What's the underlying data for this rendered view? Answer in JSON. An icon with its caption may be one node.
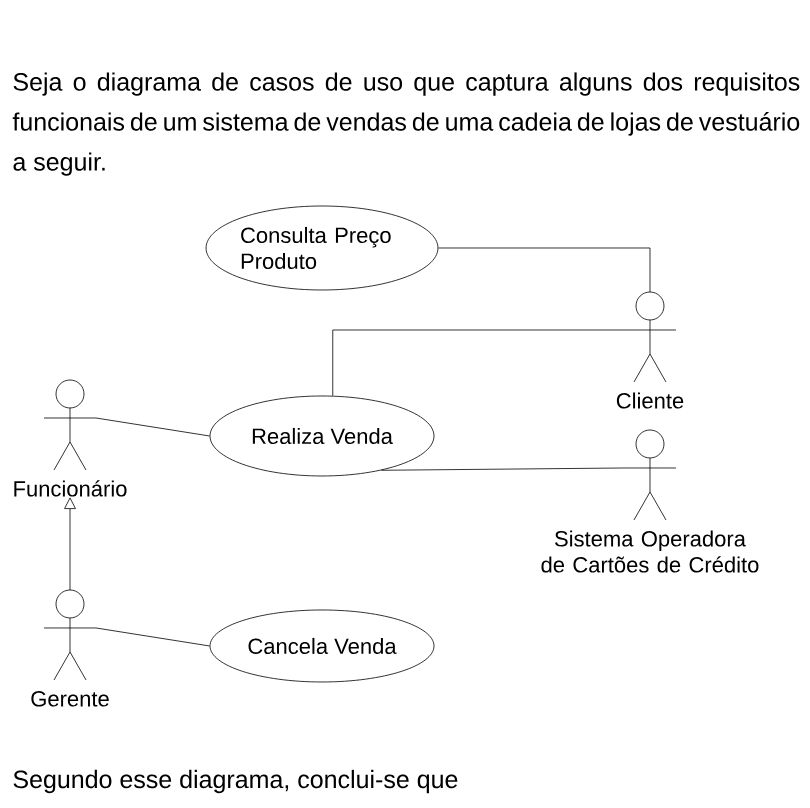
{
  "diagram": {
    "nodes": [
      {
        "text": [
          "Consulta Preço Produto"
        ]
      },
      {
        "text": [
          "Cliente"
        ]
      },
      {
        "text": [
          "Funcionário"
        ]
      },
      {
        "text": [
          "Realiza Venda"
        ]
      },
      {
        "text": [
          "Sistema Operadora de Cartões de Crédito"
        ]
      },
      {
        "text": [
          "Gerente"
        ]
      },
      {
        "text": [
          "Cancela Venda"
        ]
      }
    ],
    "edges": [
      {
        "from": 0,
        "to": 1,
        "arrow": "none"
      },
      {
        "from": 3,
        "to": 1,
        "arrow": "none"
      },
      {
        "from": 2,
        "to": 3,
        "arrow": "none"
      },
      {
        "from": 3,
        "to": 4,
        "arrow": "none"
      },
      {
        "from": 5,
        "to": 2,
        "arrow": "to"
      },
      {
        "from": 5,
        "to": 6,
        "arrow": "none"
      }
    ],
    "labels": [
      "Seja o diagrama de casos de uso que captura alguns dos requisitos funcionais de um sistema de vendas de uma cadeia de lojas de vestuário a seguir.",
      "Segundo esse diagrama, conclui-se que"
    ]
  }
}
